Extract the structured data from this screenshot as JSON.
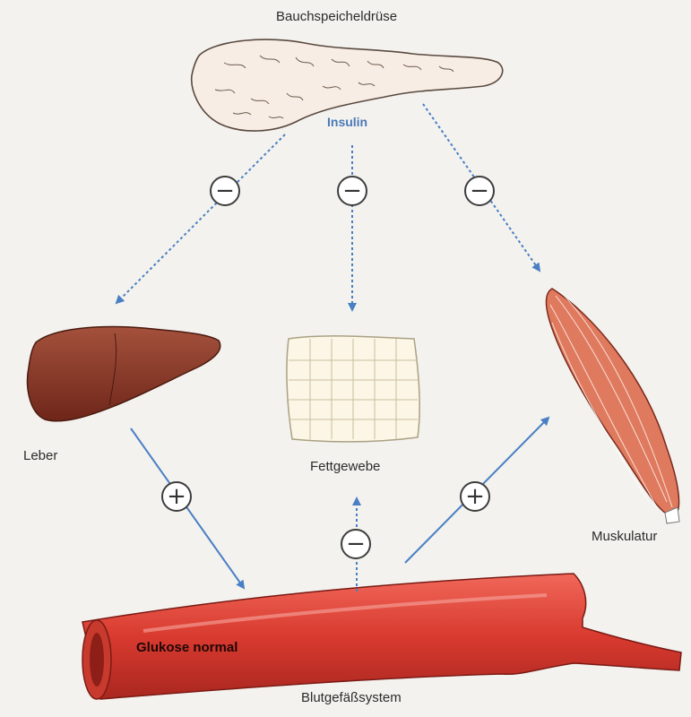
{
  "organs": {
    "pancreas": "Bauchspeicheldrüse",
    "liver": "Leber",
    "fat_tissue": "Fettgewebe",
    "muscles": "Muskulatur",
    "blood_vessels": "Blutgefäßsystem"
  },
  "hormone": "Insulin",
  "vessel_label": "Glukose normal",
  "signs": {
    "inhibit": "−",
    "stimulate": "+"
  },
  "colors": {
    "arrow_blue": "#4a7fc4",
    "insulin_text": "#4a79b8",
    "vessel_red": "#d93a2f",
    "liver_brown": "#8b3424",
    "muscle_red": "#e07a5e",
    "pancreas_fill": "#f8ede4"
  }
}
